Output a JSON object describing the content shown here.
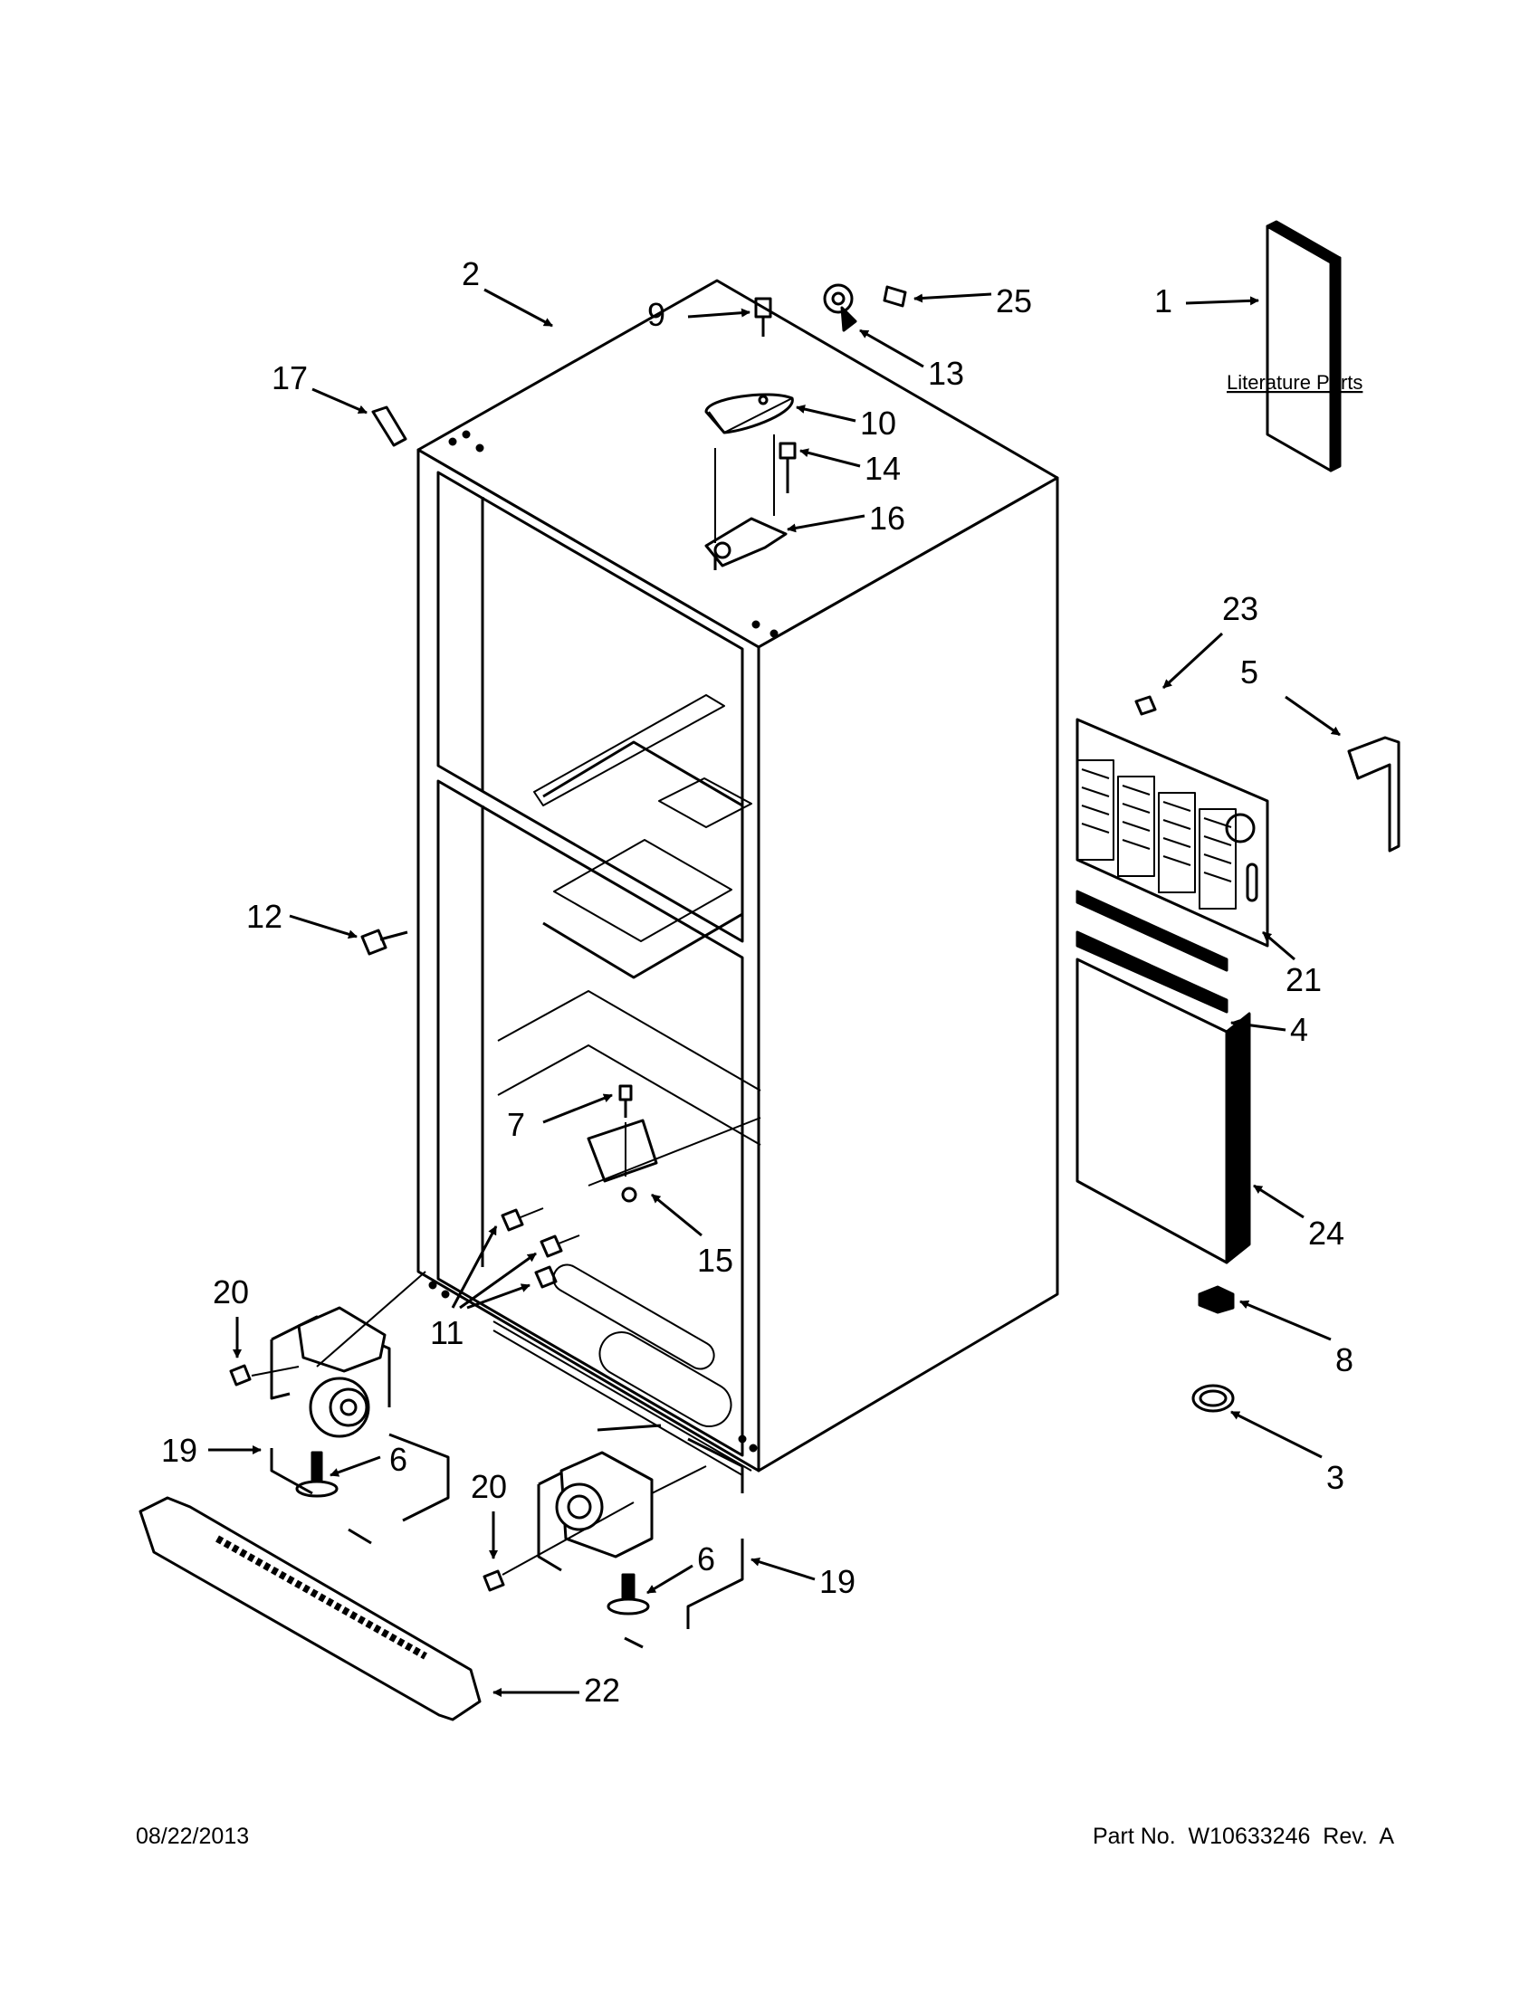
{
  "literature_label": "Literature Parts",
  "callouts": {
    "c1": "1",
    "c2": "2",
    "c3": "3",
    "c4": "4",
    "c5": "5",
    "c6a": "6",
    "c6b": "6",
    "c7": "7",
    "c8": "8",
    "c9": "9",
    "c10": "10",
    "c11": "11",
    "c12": "12",
    "c13": "13",
    "c14": "14",
    "c15": "15",
    "c16": "16",
    "c17": "17",
    "c19a": "19",
    "c19b": "19",
    "c20a": "20",
    "c20b": "20",
    "c21": "21",
    "c22": "22",
    "c23": "23",
    "c24": "24",
    "c25": "25"
  },
  "footer": {
    "date": "08/22/2013",
    "part_number": "Part No.  W10633246  Rev.  A"
  }
}
